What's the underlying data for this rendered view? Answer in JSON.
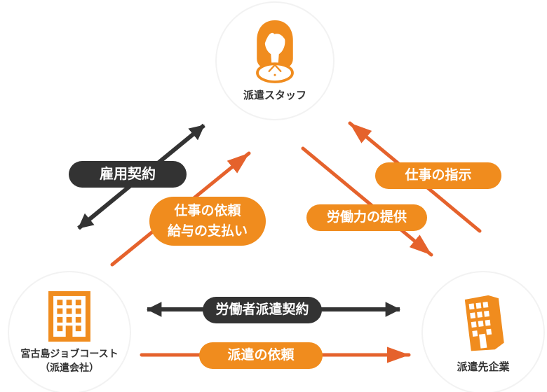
{
  "nodes": {
    "staff": {
      "label": "派遣スタッフ",
      "icon": "woman-person-icon"
    },
    "agency": {
      "label_line1": "宮古島ジョブコースト",
      "label_line2": "（派遣会社）",
      "icon": "building-outline-icon"
    },
    "client": {
      "label": "派遣先企業",
      "icon": "building-3d-icon"
    }
  },
  "edges": {
    "employment_contract": {
      "label": "雇用契約",
      "from": "agency",
      "to": "staff",
      "direction": "bidirectional",
      "style": "dark"
    },
    "job_request_pay": {
      "line1": "仕事の依頼",
      "line2": "給与の支払い",
      "from": "agency",
      "to": "staff",
      "direction": "one-way",
      "style": "orange"
    },
    "work_instructions": {
      "label": "仕事の指示",
      "from": "client",
      "to": "staff",
      "direction": "one-way",
      "style": "orange"
    },
    "labor_provision": {
      "label": "労働力の提供",
      "from": "staff",
      "to": "client",
      "direction": "one-way",
      "style": "orange"
    },
    "dispatch_contract": {
      "label": "労働者派遣契約",
      "from": "agency",
      "to": "client",
      "direction": "bidirectional",
      "style": "dark"
    },
    "dispatch_request": {
      "label": "派遣の依頼",
      "from": "agency",
      "to": "client",
      "direction": "one-way",
      "style": "orange"
    }
  },
  "colors": {
    "dark": "#333333",
    "pill_orange": "#F08C1E",
    "arrow_orange": "#E5622C",
    "circle_border": "#F2F2F2",
    "background": "#FFFFFF"
  }
}
